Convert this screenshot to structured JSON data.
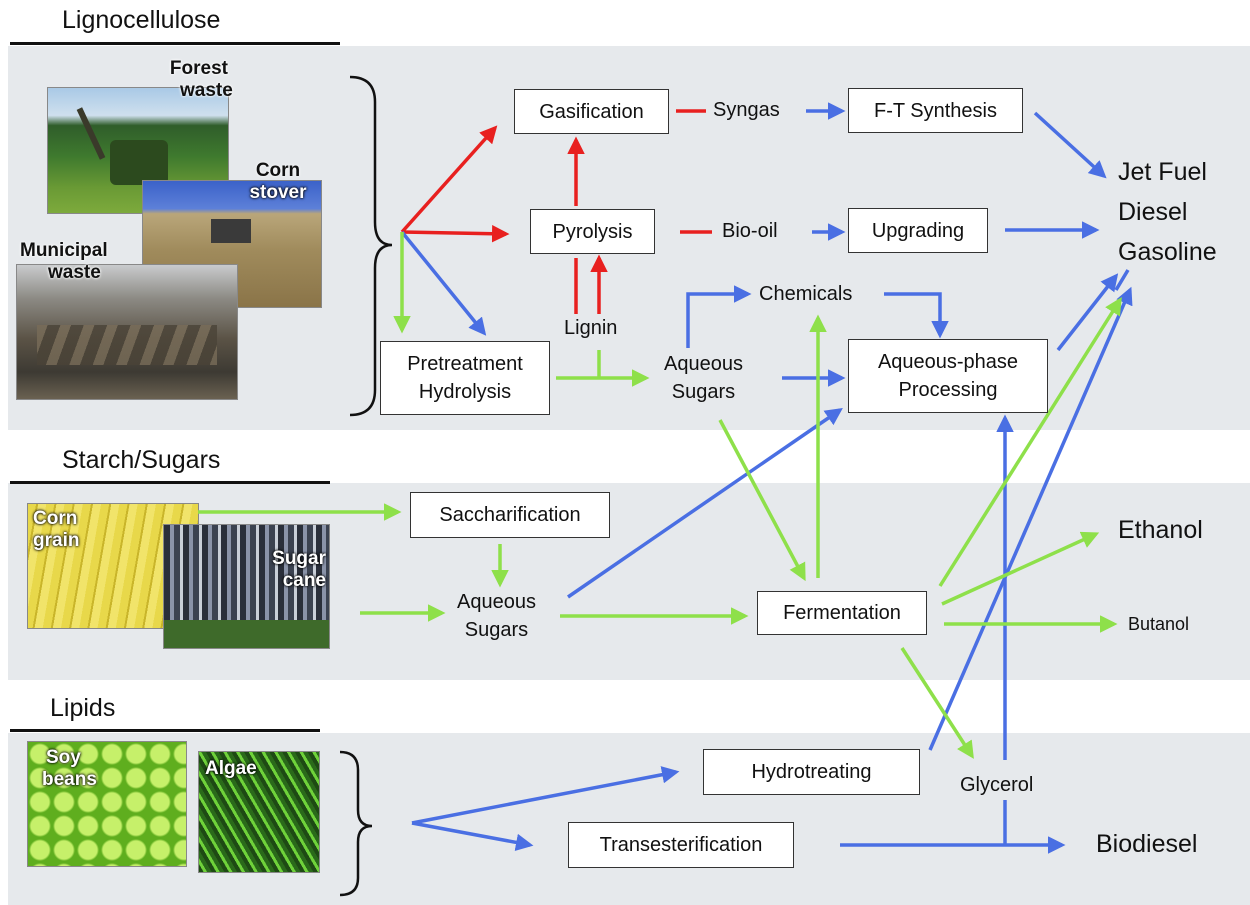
{
  "sections": {
    "lignocellulose": "Lignocellulose",
    "starch": "Starch/Sugars",
    "lipids": "Lipids"
  },
  "photos": {
    "forest": "Forest waste",
    "forest_l1": "Forest",
    "forest_l2": "waste",
    "corn_stover_l1": "Corn",
    "corn_stover_l2": "stover",
    "municipal_l1": "Municipal",
    "municipal_l2": "waste",
    "corn_grain_l1": "Corn",
    "corn_grain_l2": "grain",
    "sugar_cane_l1": "Sugar",
    "sugar_cane_l2": "cane",
    "soy_l1": "Soy",
    "soy_l2": "beans",
    "algae": "Algae"
  },
  "processes": {
    "gasification": "Gasification",
    "pyrolysis": "Pyrolysis",
    "ft_synthesis": "F-T Synthesis",
    "upgrading": "Upgrading",
    "pretreatment_l1": "Pretreatment",
    "pretreatment_l2": "Hydrolysis",
    "aqueous_phase_l1": "Aqueous-phase",
    "aqueous_phase_l2": "Processing",
    "saccharification": "Saccharification",
    "fermentation": "Fermentation",
    "hydrotreating": "Hydrotreating",
    "transesterification": "Transesterification"
  },
  "intermediates": {
    "syngas": "Syngas",
    "bio_oil": "Bio-oil",
    "lignin": "Lignin",
    "chemicals": "Chemicals",
    "aqueous_sugars_1_l1": "Aqueous",
    "aqueous_sugars_1_l2": "Sugars",
    "aqueous_sugars_2_l1": "Aqueous",
    "aqueous_sugars_2_l2": "Sugars",
    "glycerol": "Glycerol"
  },
  "products": {
    "jet_fuel": "Jet Fuel",
    "diesel": "Diesel",
    "gasoline": "Gasoline",
    "ethanol": "Ethanol",
    "butanol": "Butanol",
    "biodiesel": "Biodiesel"
  },
  "colors": {
    "red": "#e8201f",
    "blue": "#4a6fe3",
    "green": "#8ee04a",
    "band": "#e6e9ec"
  }
}
